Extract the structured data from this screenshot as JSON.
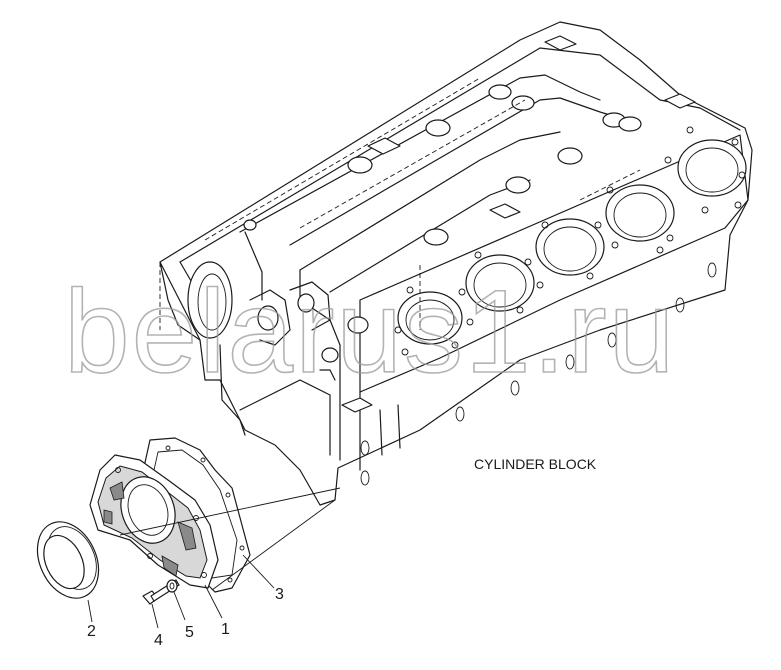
{
  "diagram": {
    "component_label": "CYLINDER BLOCK",
    "watermark": "belarus1.ru",
    "callouts": [
      {
        "id": "1",
        "text": "1"
      },
      {
        "id": "2",
        "text": "2"
      },
      {
        "id": "3",
        "text": "3"
      },
      {
        "id": "4",
        "text": "4"
      },
      {
        "id": "5",
        "text": "5"
      }
    ]
  },
  "colors": {
    "ink": "#1a1a1a",
    "watermark": "#9a9a9a",
    "shade": "#d8d8d8"
  }
}
